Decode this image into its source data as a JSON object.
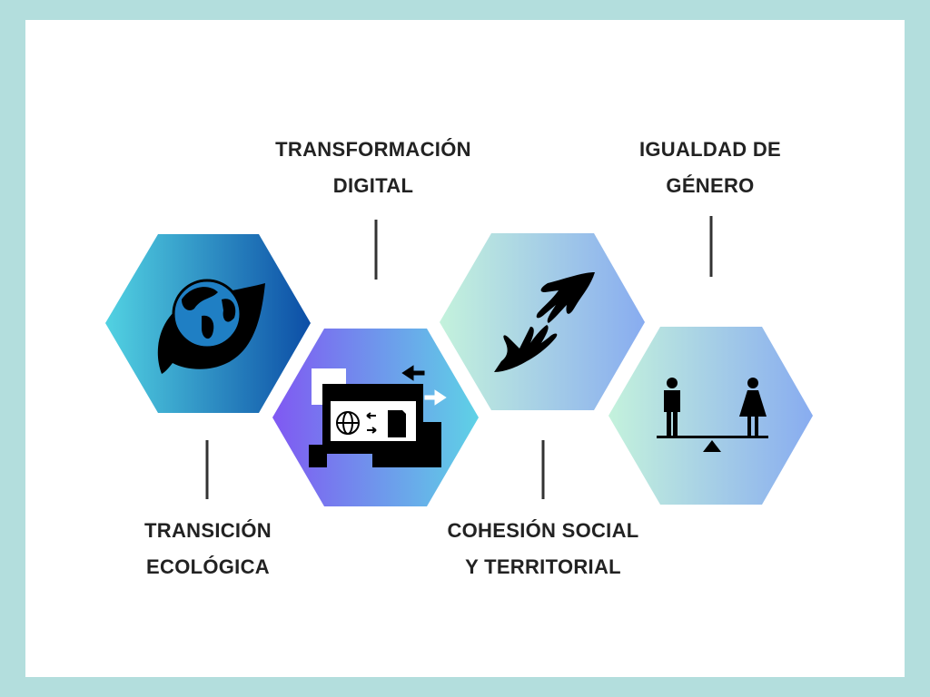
{
  "pillars": [
    {
      "id": "ecologica",
      "line1": "TRANSICIÓN",
      "line2": "ECOLÓGICA",
      "icon": "globe-leaf-icon",
      "gradient": [
        "#52d2e2",
        "#0c4ea6"
      ]
    },
    {
      "id": "digital",
      "line1": "TRANSFORMACIÓN",
      "line2": "DIGITAL",
      "icon": "digital-devices-icon",
      "gradient": [
        "#8058f2",
        "#5ed2e6"
      ]
    },
    {
      "id": "cohesion",
      "line1": "COHESIÓN SOCIAL",
      "line2": "Y TERRITORIAL",
      "icon": "reaching-hands-icon",
      "gradient": [
        "#c4f2dc",
        "#88acf0"
      ]
    },
    {
      "id": "genero",
      "line1": "IGUALDAD DE",
      "line2": "GÉNERO",
      "icon": "gender-balance-icon",
      "gradient": [
        "#c4f2dc",
        "#88acf0"
      ]
    }
  ],
  "colors": {
    "frame": "#b3dedd",
    "text": "#222222",
    "connector": "#333333"
  }
}
